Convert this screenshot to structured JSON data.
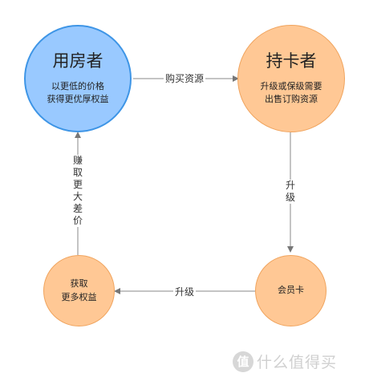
{
  "nodes": {
    "renter": {
      "title": "用房者",
      "lines": [
        "以更低的价格",
        "获得更优厚权益"
      ]
    },
    "cardholder": {
      "title": "持卡者",
      "lines": [
        "升级或保级需要",
        "出售订购资源"
      ]
    },
    "member": {
      "label": "会员卡"
    },
    "benefits": {
      "lines": [
        "获取",
        "更多权益"
      ]
    }
  },
  "edges": {
    "buy": "购买资源",
    "upgrade_vertical": [
      "升",
      "级"
    ],
    "upgrade_horizontal": "升级",
    "profit_vertical": [
      "赚",
      "取",
      "更",
      "大",
      "差",
      "价"
    ]
  },
  "watermark": {
    "badge": "值",
    "text": "什么值得买"
  },
  "colors": {
    "blue_fill": "#99c9ff",
    "blue_stroke": "#3e95e6",
    "orange_fill": "#ffc895",
    "arrow": "#777777"
  }
}
